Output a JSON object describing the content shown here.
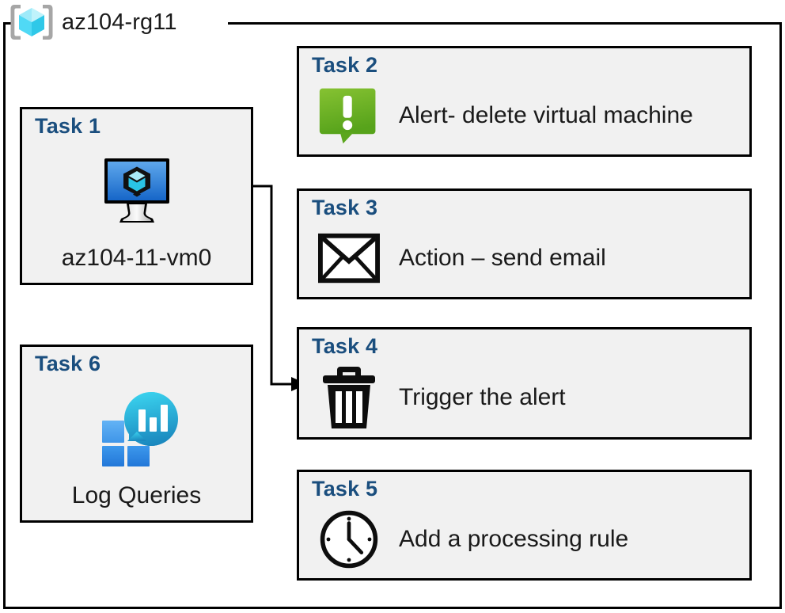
{
  "resource_group": {
    "name": "az104-rg11",
    "icon": "azure-resource-group-icon"
  },
  "colors": {
    "task_title": "#1a4e7e",
    "card_background": "#f1f1f1",
    "border": "#000000",
    "alert_green": "#76bc21",
    "vm_blue": "#3c8ede",
    "log_analytics_cyan": "#32c8e8",
    "log_analytics_blue": "#2b8fe0"
  },
  "cards": [
    {
      "id": "task-1",
      "title": "Task 1",
      "caption": "az104-11-vm0",
      "icon": "virtual-machine-icon",
      "layout": "vertical"
    },
    {
      "id": "task-6",
      "title": "Task 6",
      "caption": "Log Queries",
      "icon": "log-analytics-icon",
      "layout": "vertical"
    },
    {
      "id": "task-2",
      "title": "Task 2",
      "caption": "Alert- delete virtual machine",
      "icon": "alert-icon",
      "layout": "horizontal"
    },
    {
      "id": "task-3",
      "title": "Task 3",
      "caption": "Action – send email",
      "icon": "envelope-icon",
      "layout": "horizontal"
    },
    {
      "id": "task-4",
      "title": "Task 4",
      "caption": "Trigger the alert",
      "icon": "trash-icon",
      "layout": "horizontal"
    },
    {
      "id": "task-5",
      "title": "Task 5",
      "caption": "Add a processing rule",
      "icon": "clock-icon",
      "layout": "horizontal"
    }
  ],
  "connector": {
    "from": "task-1",
    "to": "task-4",
    "arrow": "arrow-right"
  }
}
